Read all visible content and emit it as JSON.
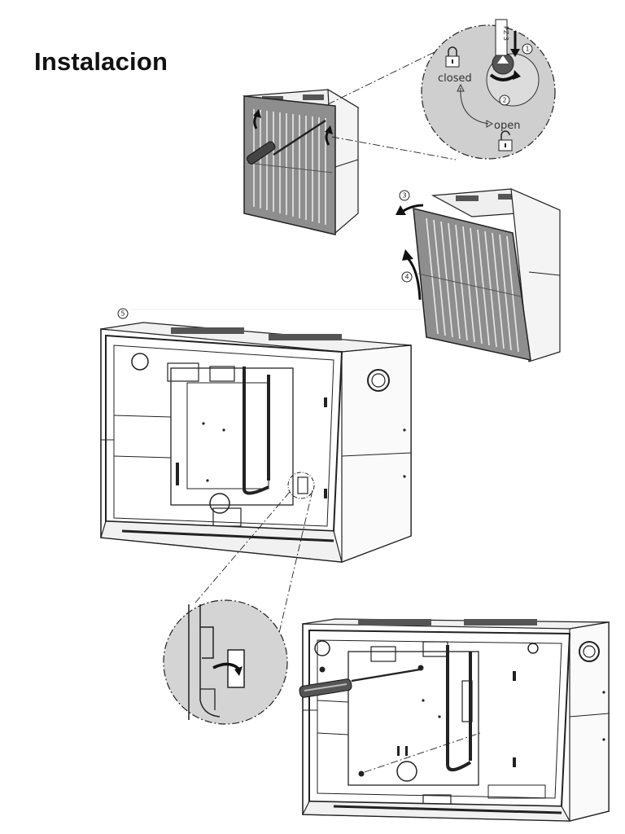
{
  "title": "Instalacion",
  "callout_labels": {
    "closed": "closed",
    "open": "open",
    "tool": "PZ 3"
  },
  "steps": [
    "1",
    "2",
    "3",
    "4",
    "5"
  ],
  "colors": {
    "line": "#222222",
    "cover_fill": "#8e8e8e",
    "zoom_fill": "#cfcfcf",
    "panel_fill": "#ffffff"
  }
}
